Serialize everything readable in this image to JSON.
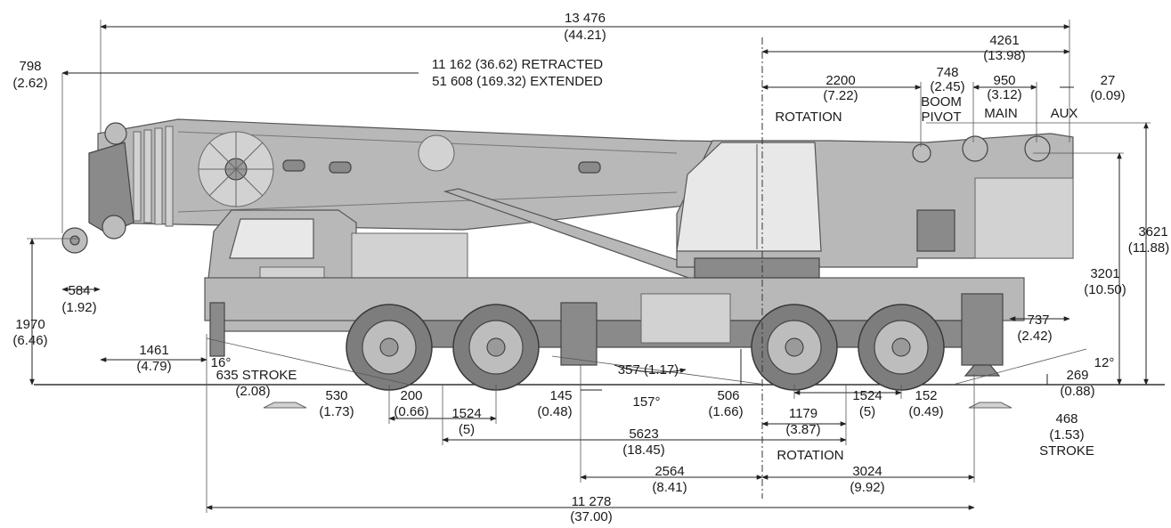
{
  "dims": {
    "overall_length_mm": "13 476",
    "overall_length_ft": "(44.21)",
    "boom_retracted": "11 162 (36.62) RETRACTED",
    "boom_extended": "51 608 (169.32) EXTENDED",
    "front_798_mm": "798",
    "front_798_ft": "(2.62)",
    "rear_4261_mm": "4261",
    "rear_4261_ft": "(13.98)",
    "rot_2200_mm": "2200",
    "rot_2200_ft": "(7.22)",
    "pivot_748_mm": "748",
    "pivot_748_ft": "(2.45)",
    "main_950_mm": "950",
    "main_950_ft": "(3.12)",
    "aux_27_mm": "27",
    "aux_27_ft": "(0.09)",
    "label_rotation_top": "ROTATION",
    "label_boom": "BOOM",
    "label_pivot": "PIVOT",
    "label_main": "MAIN",
    "label_aux": "AUX",
    "h_3621_mm": "3621",
    "h_3621_ft": "(11.88)",
    "h_3201_mm": "3201",
    "h_3201_ft": "(10.50)",
    "d_584_mm": "584",
    "d_584_ft": "(1.92)",
    "h_1970_mm": "1970",
    "h_1970_ft": "(6.46)",
    "d_1461_mm": "1461",
    "d_1461_ft": "(4.79)",
    "angle_16": "16°",
    "stroke_635": "635 STROKE",
    "stroke_635_ft": "(2.08)",
    "d_530_mm": "530",
    "d_530_ft": "(1.73)",
    "d_200_mm": "200",
    "d_200_ft": "(0.66)",
    "d_1524a_mm": "1524",
    "d_1524a_ft": "(5)",
    "d_145_mm": "145",
    "d_145_ft": "(0.48)",
    "d_357": "357 (1.17)",
    "angle_157": "157°",
    "d_506_mm": "506",
    "d_506_ft": "(1.66)",
    "d_1179_mm": "1179",
    "d_1179_ft": "(3.87)",
    "d_1524b_mm": "1524",
    "d_1524b_ft": "(5)",
    "d_152_mm": "152",
    "d_152_ft": "(0.49)",
    "d_737_mm": "737",
    "d_737_ft": "(2.42)",
    "angle_12": "12°",
    "d_269_mm": "269",
    "d_269_ft": "(0.88)",
    "d_468_mm": "468",
    "d_468_ft": "(1.53)",
    "stroke_468": "STROKE",
    "d_5623_mm": "5623",
    "d_5623_ft": "(18.45)",
    "label_rotation_bottom": "ROTATION",
    "d_2564_mm": "2564",
    "d_2564_ft": "(8.41)",
    "d_3024_mm": "3024",
    "d_3024_ft": "(9.92)",
    "wheelbase_mm": "11 278",
    "wheelbase_ft": "(37.00)"
  }
}
